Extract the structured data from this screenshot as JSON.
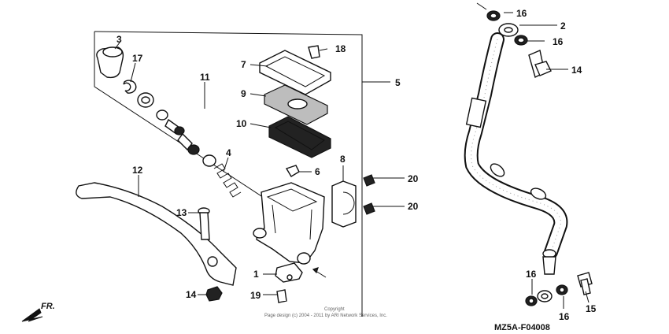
{
  "diagram": {
    "callouts": [
      "1",
      "2",
      "3",
      "4",
      "5",
      "6",
      "7",
      "8",
      "9",
      "10",
      "11",
      "12",
      "13",
      "14",
      "14",
      "15",
      "16",
      "16",
      "16",
      "16",
      "17",
      "18",
      "19",
      "20",
      "20"
    ],
    "diagram_code": "MZ5A-F04008",
    "direction_label": "FR.",
    "copyright_line1": "Copyright",
    "copyright_line2": "Page design (c) 2004 - 2011 by ARI Network Services, Inc."
  }
}
